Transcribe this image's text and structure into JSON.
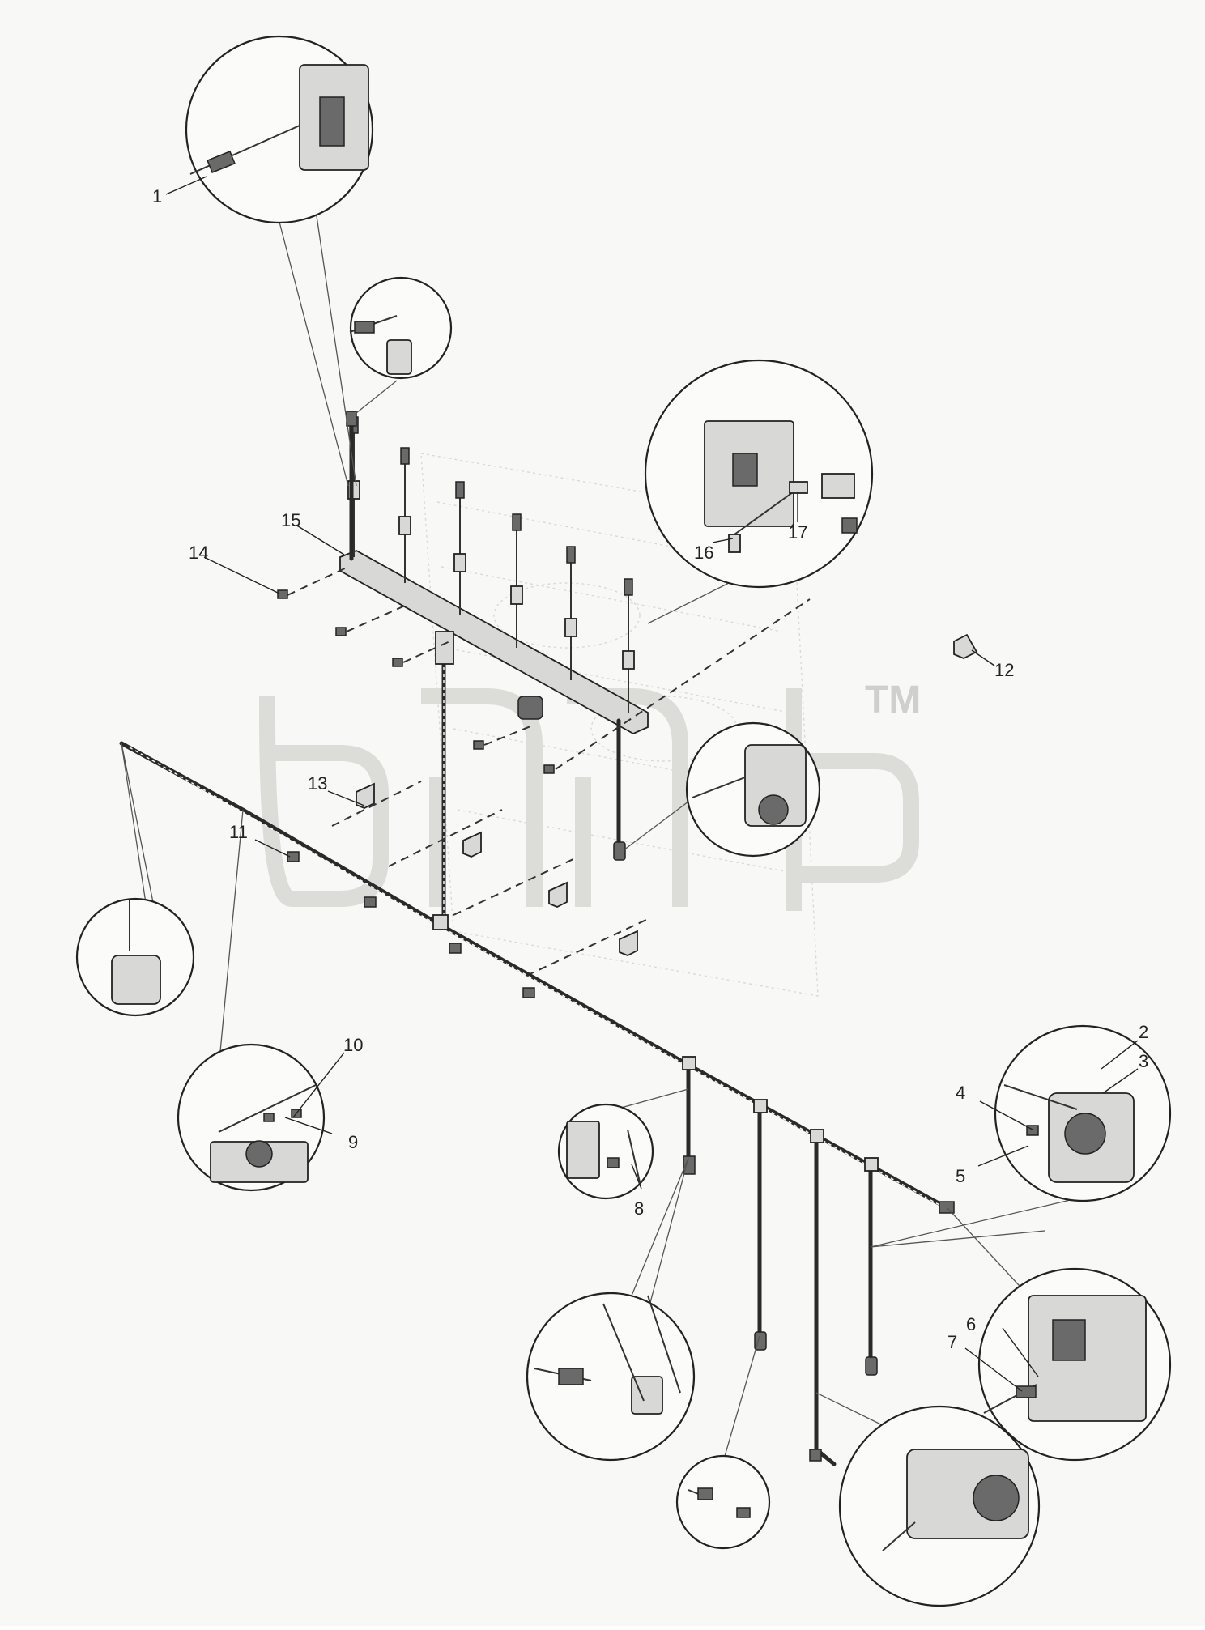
{
  "watermark": {
    "trademark": "TM"
  },
  "callouts": [
    {
      "id": "c1",
      "label": "1"
    },
    {
      "id": "c2",
      "label": "2"
    },
    {
      "id": "c3",
      "label": "3"
    },
    {
      "id": "c4",
      "label": "4"
    },
    {
      "id": "c5",
      "label": "5"
    },
    {
      "id": "c6",
      "label": "6"
    },
    {
      "id": "c7",
      "label": "7"
    },
    {
      "id": "c8",
      "label": "8"
    },
    {
      "id": "c9",
      "label": "9"
    },
    {
      "id": "c10",
      "label": "10"
    },
    {
      "id": "c11",
      "label": "11"
    },
    {
      "id": "c12",
      "label": "12"
    },
    {
      "id": "c13",
      "label": "13"
    },
    {
      "id": "c14",
      "label": "14"
    },
    {
      "id": "c15",
      "label": "15"
    },
    {
      "id": "c16",
      "label": "16"
    },
    {
      "id": "c17",
      "label": "17"
    }
  ],
  "colors": {
    "line": "#222222",
    "background": "#f8f8f6",
    "watermark": "#dcdcd9"
  }
}
